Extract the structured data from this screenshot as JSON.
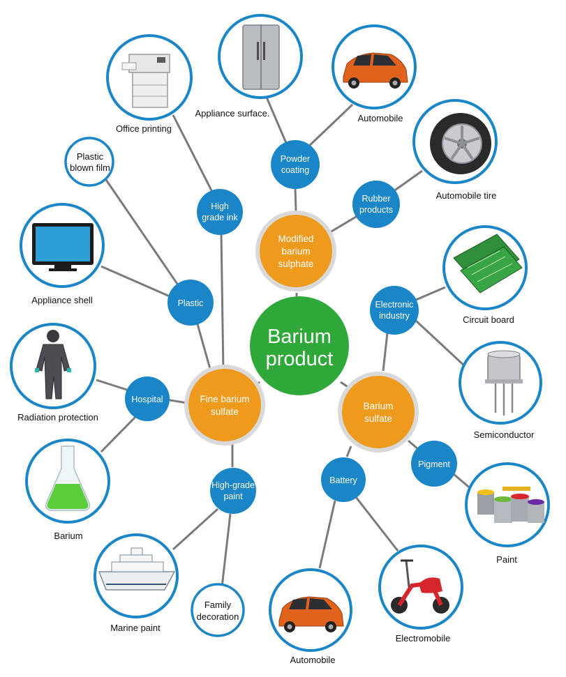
{
  "colors": {
    "center": "#2fa83a",
    "hub": "#ee9a1d",
    "hub_ring": "#d9d9d9",
    "node": "#1a86c8",
    "leaf_ring": "#1a86c8",
    "connector": "#7a7a7a"
  },
  "center": {
    "line1": "Barium",
    "line2": "product"
  },
  "hubs": {
    "modified": {
      "line1": "Modified",
      "line2": "barium",
      "line3": "sulphate"
    },
    "fine": {
      "line1": "Fine barium",
      "line2": "sulfate"
    },
    "barium_sulfate": {
      "line1": "Barium",
      "line2": "sulfate"
    }
  },
  "nodes": {
    "powder_coating": {
      "line1": "Powder",
      "line2": "coating"
    },
    "rubber_products": {
      "line1": "Rubber",
      "line2": "products"
    },
    "high_grade_ink": {
      "line1": "High",
      "line2": "grade ink"
    },
    "plastic": {
      "line1": "Plastic"
    },
    "hospital": {
      "line1": "Hospital"
    },
    "high_grade_paint": {
      "line1": "High-grade",
      "line2": "paint"
    },
    "electronic_industry": {
      "line1": "Electronic",
      "line2": "industry"
    },
    "pigment": {
      "line1": "Pigment"
    },
    "battery": {
      "line1": "Battery"
    }
  },
  "leaves": {
    "office_printing": {
      "label": "Office printing",
      "icon": "photocopier-icon"
    },
    "appliance_surface": {
      "label": "Appliance surface.",
      "icon": "refrigerator-icon"
    },
    "automobile_top": {
      "label": "Automobile",
      "icon": "car-icon"
    },
    "automobile_tire": {
      "label": "Automobile tire",
      "icon": "tire-icon"
    },
    "plastic_blown_film": {
      "line1": "Plastic",
      "line2": "blown film"
    },
    "appliance_shell": {
      "label": "Appliance shell",
      "icon": "monitor-icon"
    },
    "circuit_board": {
      "label": "Circuit board",
      "icon": "circuit-board-icon"
    },
    "radiation_protection": {
      "label": "Radiation protection",
      "icon": "protective-suit-icon"
    },
    "semiconductor": {
      "label": "Semiconductor",
      "icon": "transistor-icon"
    },
    "barium": {
      "label": "Barium",
      "icon": "flask-icon"
    },
    "paint": {
      "label": "Paint",
      "icon": "paint-cans-icon"
    },
    "marine_paint": {
      "label": "Marine paint",
      "icon": "ship-icon"
    },
    "family_decoration": {
      "line1": "Family",
      "line2": "decoration"
    },
    "electromobile": {
      "label": "Electromobile",
      "icon": "scooter-icon"
    },
    "automobile_bottom": {
      "label": "Automobile",
      "icon": "car-icon"
    }
  }
}
